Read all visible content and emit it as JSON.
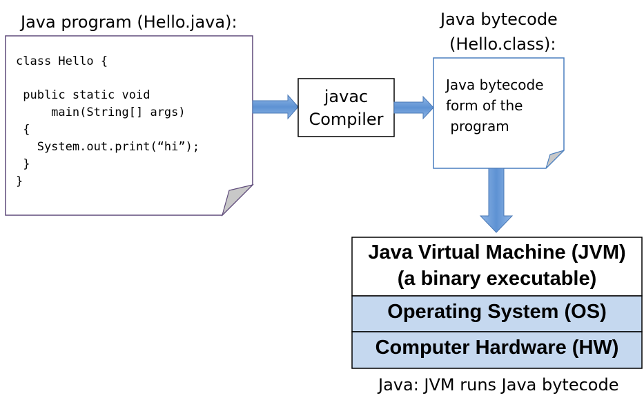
{
  "source": {
    "title": "Java program (Hello.java):",
    "code": [
      "class Hello {",
      "",
      " public static void",
      "     main(String[] args)",
      " {",
      "   System.out.print(“hi”);",
      " }",
      "}"
    ]
  },
  "compiler": {
    "line1": "javac",
    "line2": "Compiler"
  },
  "bytecode": {
    "title_line1": "Java bytecode",
    "title_line2": "(Hello.class):",
    "body": [
      "Java bytecode",
      "form of the",
      " program"
    ]
  },
  "stack": {
    "jvm_line1": "Java Virtual Machine (JVM)",
    "jvm_line2": "(a binary executable)",
    "os": "Operating System (OS)",
    "hw": "Computer Hardware (HW)"
  },
  "caption": "Java: JVM runs Java bytecode",
  "colors": {
    "arrow_fill": "#6a9bd8",
    "arrow_stroke": "#4a78b5",
    "source_border": "#5e4a7a",
    "bytecode_border": "#4a7fbf",
    "fold_fill": "#c8c8c8",
    "stack_fill": "#c5d8ef",
    "stack_border": "#000000"
  }
}
